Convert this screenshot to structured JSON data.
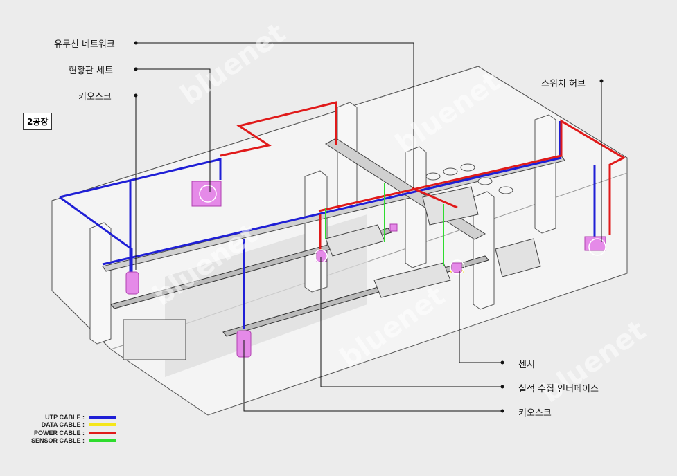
{
  "badge": "2공장",
  "labels": {
    "network": "유무선 네트워크",
    "board": "현황판 세트",
    "kiosk_top": "키오스크",
    "switch_hub": "스위치 허브",
    "sensor": "센서",
    "interface": "실적 수집 인터페이스",
    "kiosk_bottom": "키오스크"
  },
  "legend": [
    {
      "name": "UTP CABLE :",
      "color": "#1f1fd6"
    },
    {
      "name": "DATA CABLE :",
      "color": "#f5e61a"
    },
    {
      "name": "POWER CABLE :",
      "color": "#e01a1a"
    },
    {
      "name": "SENSOR CABLE :",
      "color": "#2edc2e"
    }
  ],
  "watermark": "bluenet",
  "colors": {
    "utp": "#1f1fd6",
    "power": "#e01a1a",
    "sensor": "#2edc2e",
    "data": "#f5e61a",
    "device": "#e58ae8"
  }
}
